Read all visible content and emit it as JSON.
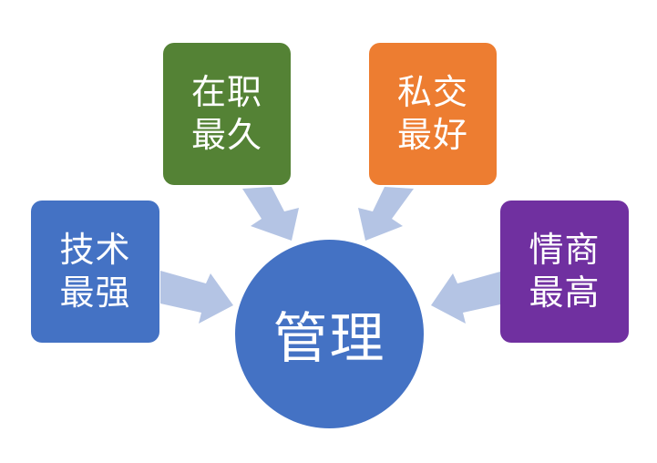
{
  "center": {
    "text": "管理",
    "color": "#4472c4"
  },
  "boxes": [
    {
      "id": "tech",
      "line1": "技术",
      "line2": "最强",
      "color": "#4472c4"
    },
    {
      "id": "tenure",
      "line1": "在职",
      "line2": "最久",
      "color": "#548235"
    },
    {
      "id": "social",
      "line1": "私交",
      "line2": "最好",
      "color": "#ed7d31"
    },
    {
      "id": "eq",
      "line1": "情商",
      "line2": "最高",
      "color": "#7030a0"
    }
  ],
  "arrow_color": "#b4c4e4"
}
